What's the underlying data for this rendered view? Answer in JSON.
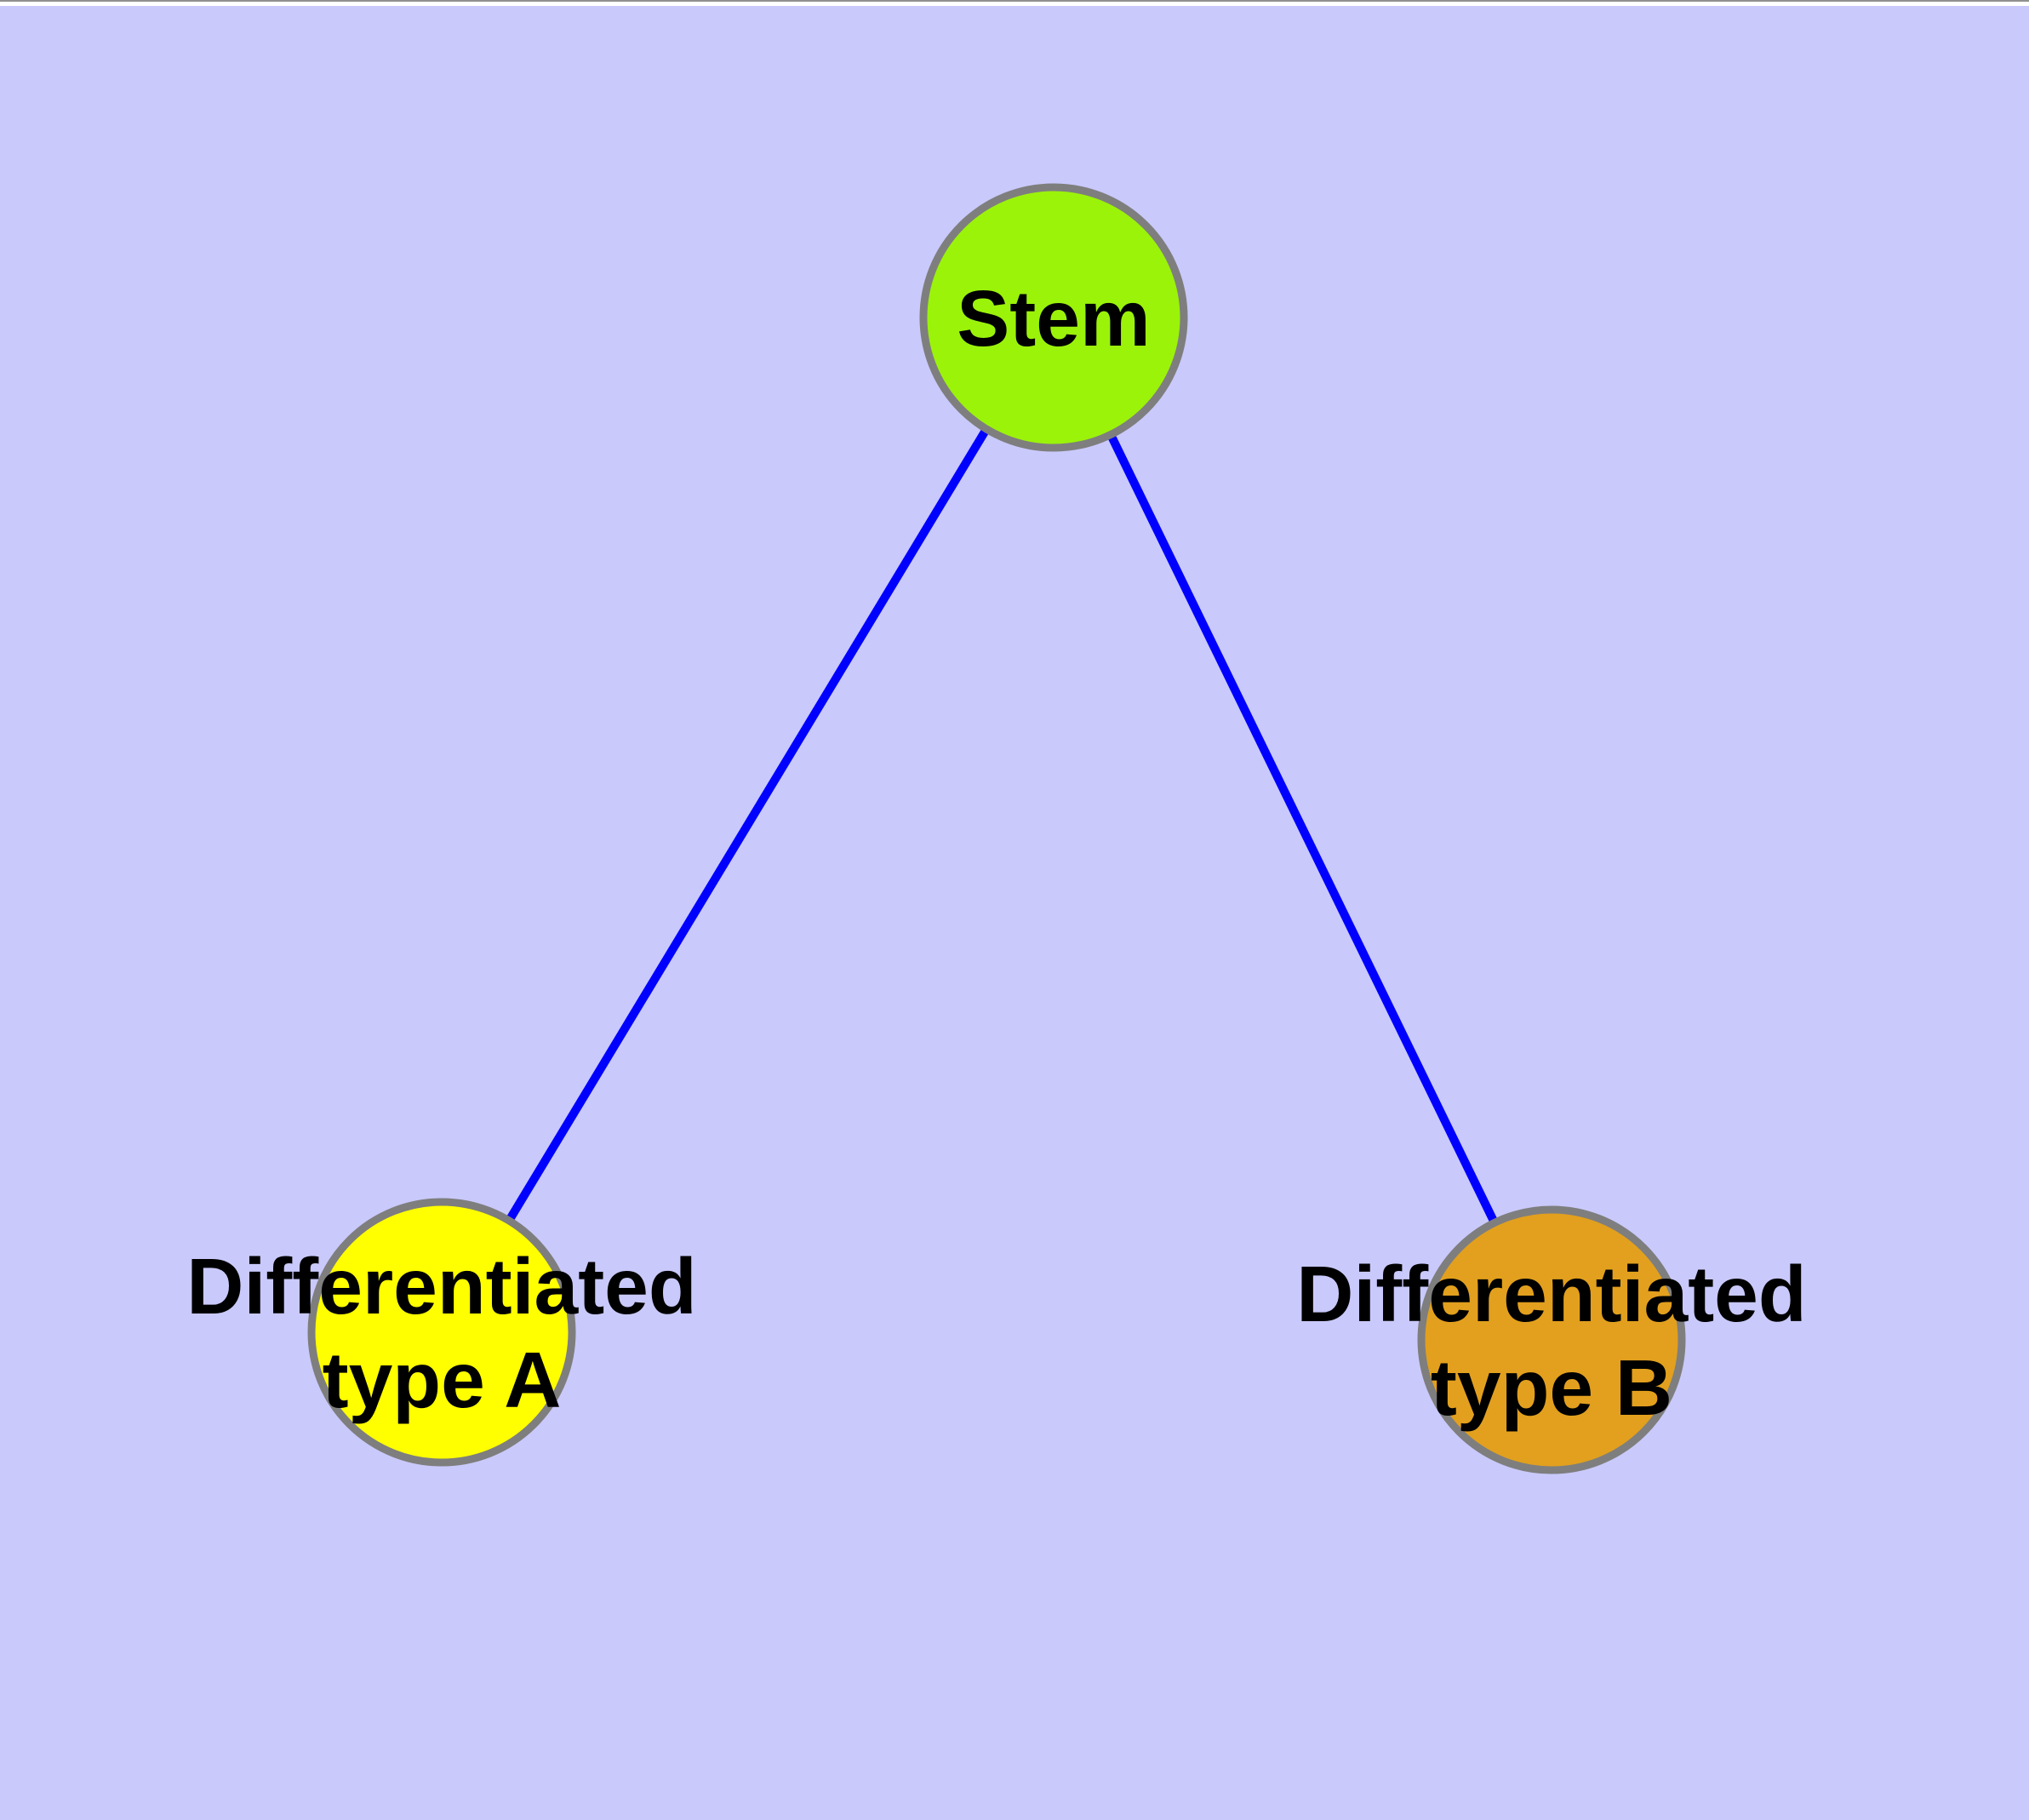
{
  "diagram": {
    "type": "graph",
    "description": "Cell differentiation graph: one stem node connected to two differentiated nodes",
    "colors": {
      "background": "#C9C9FB",
      "edge": "#0000FF",
      "border": "#7E7E7E",
      "label": "#000000",
      "top-rule": "#909090"
    },
    "nodes": [
      {
        "id": "stem",
        "label_lines": [
          "Stem"
        ],
        "color": "#9BF30A"
      },
      {
        "id": "differentiated-type-a",
        "label_lines": [
          "Differentiated",
          "type A"
        ],
        "color": "#FFFF00"
      },
      {
        "id": "differentiated-type-b",
        "label_lines": [
          "Differentiated",
          "type B"
        ],
        "color": "#E2A01E"
      }
    ],
    "edges": [
      {
        "from": "Stem",
        "to": "Differentiated type A"
      },
      {
        "from": "Stem",
        "to": "Differentiated type B"
      }
    ]
  }
}
